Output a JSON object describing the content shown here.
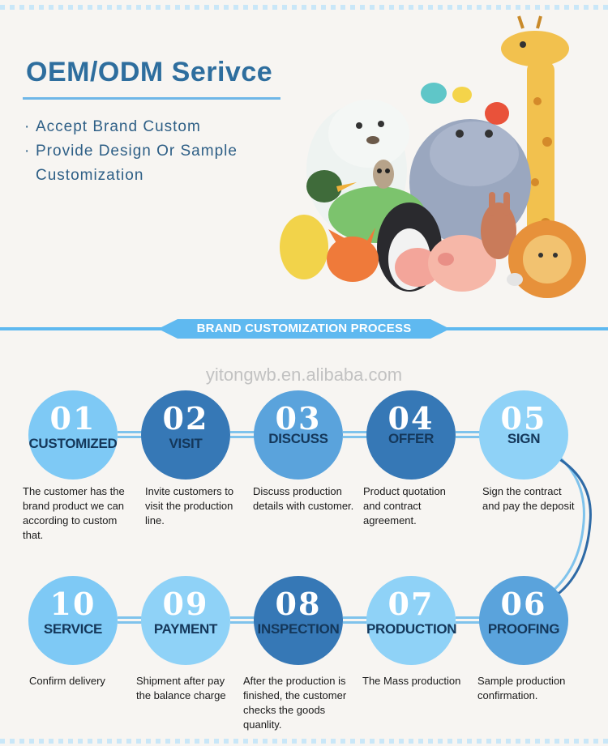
{
  "title": "OEM/ODM Serivce",
  "bullets": [
    {
      "dot": "·",
      "text": "Accept Brand Custom"
    },
    {
      "dot": "·",
      "text": "Provide Design Or Sample",
      "cont": "Customization"
    }
  ],
  "banner": "BRAND CUSTOMIZATION PROCESS",
  "watermark": "yitongwb.en.alibaba.com",
  "steps": [
    {
      "num": "01",
      "label": "CUSTOMIZED",
      "desc": "The customer has the brand product we can according to custom that."
    },
    {
      "num": "02",
      "label": "VISIT",
      "desc": "Invite customers to visit the production line."
    },
    {
      "num": "03",
      "label": "DISCUSS",
      "desc": "Discuss production details with customer."
    },
    {
      "num": "04",
      "label": "OFFER",
      "desc": "Product quotation and contract agreement."
    },
    {
      "num": "05",
      "label": "SIGN",
      "desc": "Sign the contract and pay the deposit"
    },
    {
      "num": "06",
      "label": "PROOFING",
      "desc": "Sample production confirmation."
    },
    {
      "num": "07",
      "label": "PRODUCTION",
      "desc": "The Mass production"
    },
    {
      "num": "08",
      "label": "INSPECTION",
      "desc": "After the production is finished, the customer checks the goods quanlity."
    },
    {
      "num": "09",
      "label": "PAYMENT",
      "desc": "Shipment after pay the balance charge"
    },
    {
      "num": "10",
      "label": "SERVICE",
      "desc": "Confirm delivery"
    }
  ],
  "colors": {
    "title": "#2e6e9e",
    "banner": "#5fb9f0",
    "circle_dark": "#3678b6",
    "circle_light": "#7ec9f5"
  }
}
